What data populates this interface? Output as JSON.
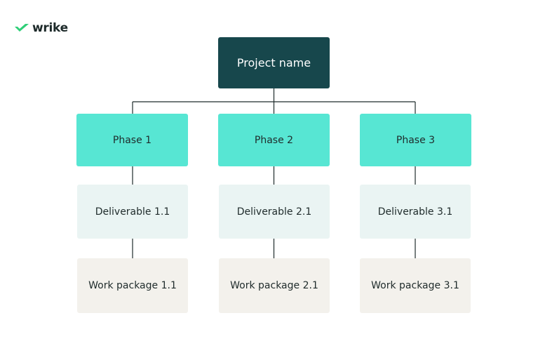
{
  "logo": {
    "text": "wrike",
    "icon": "checkmark-icon",
    "color": "#2fcf78"
  },
  "root": {
    "label": "Project name",
    "color": "#17474c"
  },
  "phases": [
    {
      "label": "Phase 1",
      "deliverable": "Deliverable 1.1",
      "work_package": "Work package 1.1"
    },
    {
      "label": "Phase 2",
      "deliverable": "Deliverable 2.1",
      "work_package": "Work package 2.1"
    },
    {
      "label": "Phase 3",
      "deliverable": "Deliverable 3.1",
      "work_package": "Work package 3.1"
    }
  ],
  "colors": {
    "phase": "#57e6d3",
    "deliverable": "#eaf4f3",
    "work_package": "#f3f1ec",
    "connector": "#1f2b2b"
  }
}
